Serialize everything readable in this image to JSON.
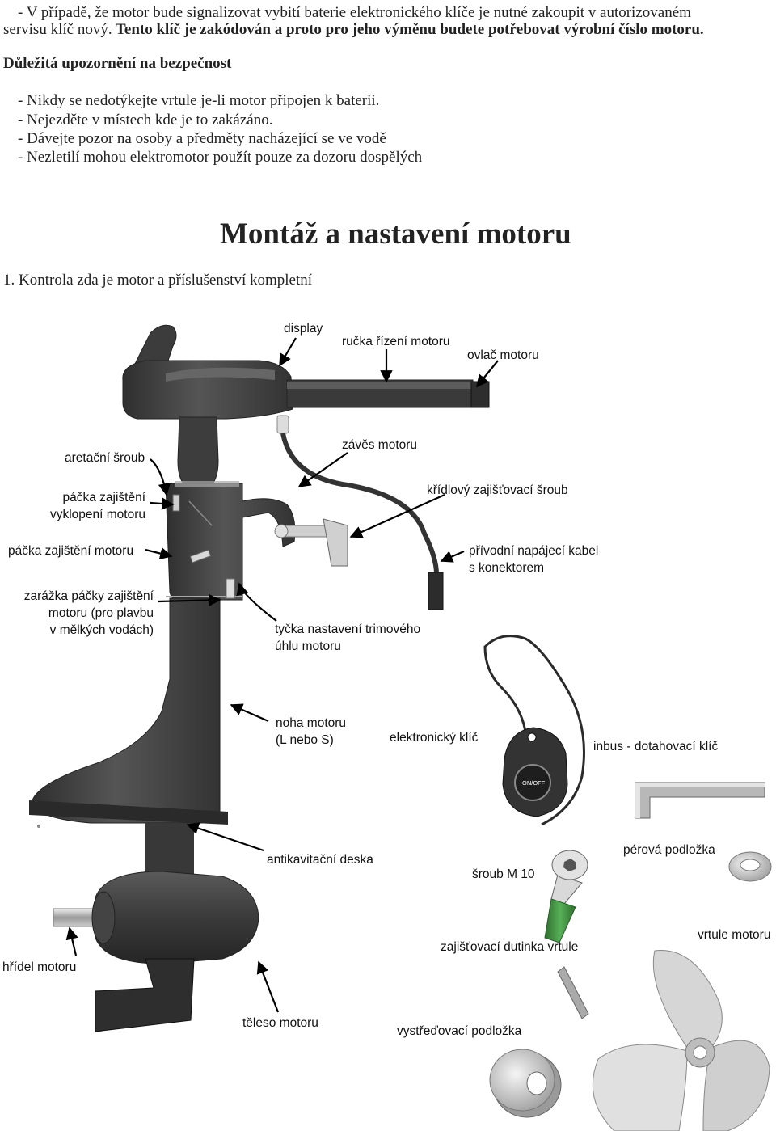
{
  "intro": {
    "line1": "- V  případě, že motor bude signalizovat vybití baterie elektronického klíče je nutné zakoupit  v autorizovaném",
    "line2_normal": "servisu klíč nový.",
    "line2_bold": " Tento klíč je zakódován a proto pro jeho výměnu budete potřebovat výrobní číslo motoru."
  },
  "safety": {
    "heading": "Důležitá upozornění na bezpečnost",
    "items": [
      "- Nikdy se nedotýkejte vrtule je-li motor připojen k  baterii.",
      "- Nejezděte v  místech kde je to zakázáno.",
      "- Dávejte pozor na osoby a předměty nacházející se ve vodě",
      "- Nezletilí mohou elektromotor použít pouze za dozoru dospělých"
    ]
  },
  "section": {
    "title": "Montáž a nastavení motoru",
    "step1": "1. Kontrola zda je motor a příslušenství kompletní"
  },
  "labels": {
    "display": "display",
    "rucka": "ručka řízení motoru",
    "ovlac": "ovlač motoru",
    "aretacni": "aretační šroub",
    "zaves": "závěs motoru",
    "packa_vyklopeni": "páčka zajištění\nvyklopení motoru",
    "kridlovy": "křídlový zajišťovací šroub",
    "packa_motoru": "páčka zajištění motoru",
    "privodni": "přívodní napájecí kabel\ns konektorem",
    "zarazka": "zarážka páčky zajištění\nmotoru (pro plavbu\nv mělkých vodách)",
    "tycka": "tyčka nastavení trimového\núhlu motoru",
    "noha": "noha motoru\n(L nebo S)",
    "klic": "elektronický klíč",
    "inbus": "inbus - dotahovací klíč",
    "onoff": "ON/OFF",
    "antikavitacni": "antikavitační deska",
    "srouб_placeholder": "",
    "sroub": "šroub M 10",
    "perova": "pérová podložka",
    "hridel": "hřídel motoru",
    "dutinka": "zajišťovací dutinka vrtule",
    "vrtule": "vrtule motoru",
    "teleso": "těleso motoru",
    "vystredovaci": "vystřeďovací podložka"
  },
  "colors": {
    "motor_body": "#4a4a4a",
    "motor_dark": "#2e2e2e",
    "metal": "#bdbdbd",
    "bolt_green": "#3a8a3a"
  }
}
